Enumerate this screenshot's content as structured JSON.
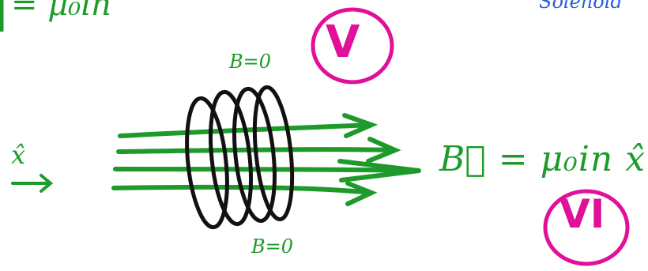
{
  "annotations": {
    "top_equation": "= μ₀in",
    "solenoid_label": "Solenoid",
    "b_top": "B=0",
    "b_bottom": "B=0",
    "b_result": "B⃗ = μ₀in x̂",
    "x_unit": "x̂",
    "marker_v": "V",
    "marker_vi": "VI"
  },
  "colors": {
    "field_lines": "#1e9a2a",
    "coil": "#111111",
    "marker_circle": "#e0109a",
    "solenoid_text": "#2a5fd6"
  }
}
